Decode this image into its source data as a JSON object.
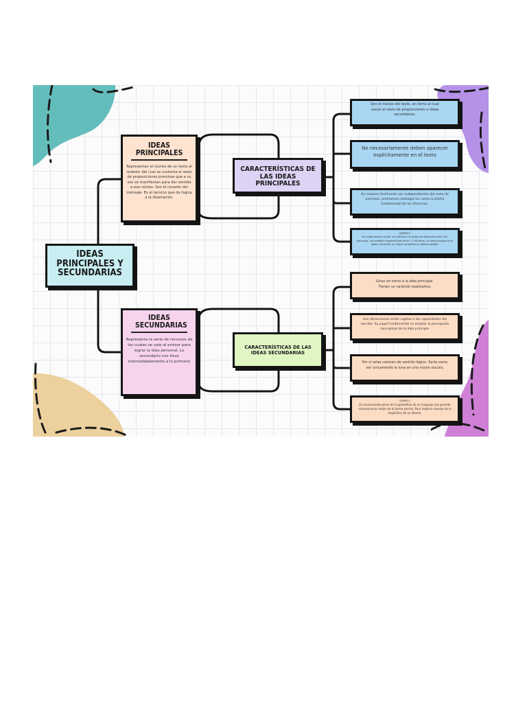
{
  "diagram": {
    "root": {
      "title": "IDEAS PRINCIPALES Y SECUNDARIAS"
    },
    "principales": {
      "title": "IDEAS PRINCIPALES",
      "text": "Representan el núcleo de un texto al rededor del cual se sustenta el resto de proposiciones premisas que a su vez se manifiestan para dar sentido a ese núcleo. Son el corazón del mensaje. Es el recurso que da lógica a la disertación."
    },
    "caracteristicas_principales": {
      "title": "CARACTERÍSTICAS DE LAS IDEAS PRINCIPALES"
    },
    "principales_items": [
      {
        "text": "Son el núcleo del texto, en torno al cual nacen el resto de proposiciones o ideas secundarias."
      },
      {
        "text": "No necesariamente deben aparecer explícitamente en el texto"
      },
      {
        "text": "Se conocen facilmente son independientes del resto de premisas, podríamos catalogar las como la piedra fundamental de los discursos."
      },
      {
        "heading": "EJEMPLO",
        "text": "Un sujeto quiere contar una fábula a un grupo de personas entre 100 personas, con edades comprendidas entre 7 y 60 años. La idea principal es el deber transmitir un mejor contenido al público posible."
      }
    ],
    "secundarias": {
      "title": "IDEAS SECUNDARIAS",
      "text": "Representa la serie de recursos de los cuales se vale el emisor para lograr la idea personal. Lo secundario nos lleva irremediablemente a lo primario"
    },
    "caracteristicas_secundarias": {
      "title": "CARACTERÍSTICAS DE LAS IDEAS SECUNDARIAS"
    },
    "secundarias_items": [
      {
        "text": "Giran en torno a la idea principal. Tienen un carácter explicativo."
      },
      {
        "text": "Sus dimensiones están sujetas a las capacidades del escritor. Su papel fundamental es ampliar la percepción conceptual de la idea principal."
      },
      {
        "text": "Por sí solas carecen de sentido lógico. Sería como ver únicamente la luna en una noche oscura."
      },
      {
        "heading": "EJEMPLO",
        "text": "El conocimiento pleno de la gramática de un lenguaje nos permite comunicarnos mejor de la forma escrita. Para mejorar manejo de la lingüística de un idioma."
      }
    ],
    "colors": {
      "root": "#c8eef2",
      "principales": "#fde3d0",
      "car_principales": "#dcd3f5",
      "items_principales": "#a9d6f2",
      "secundarias": "#f7d4ee",
      "car_secundarias": "#e0f7c4",
      "items_secundarias": "#fddcc4",
      "blob_teal": "#63bdbb",
      "blob_purple": "#b592e8",
      "blob_pink": "#cf80d6",
      "blob_tan": "#ecd09d"
    }
  }
}
